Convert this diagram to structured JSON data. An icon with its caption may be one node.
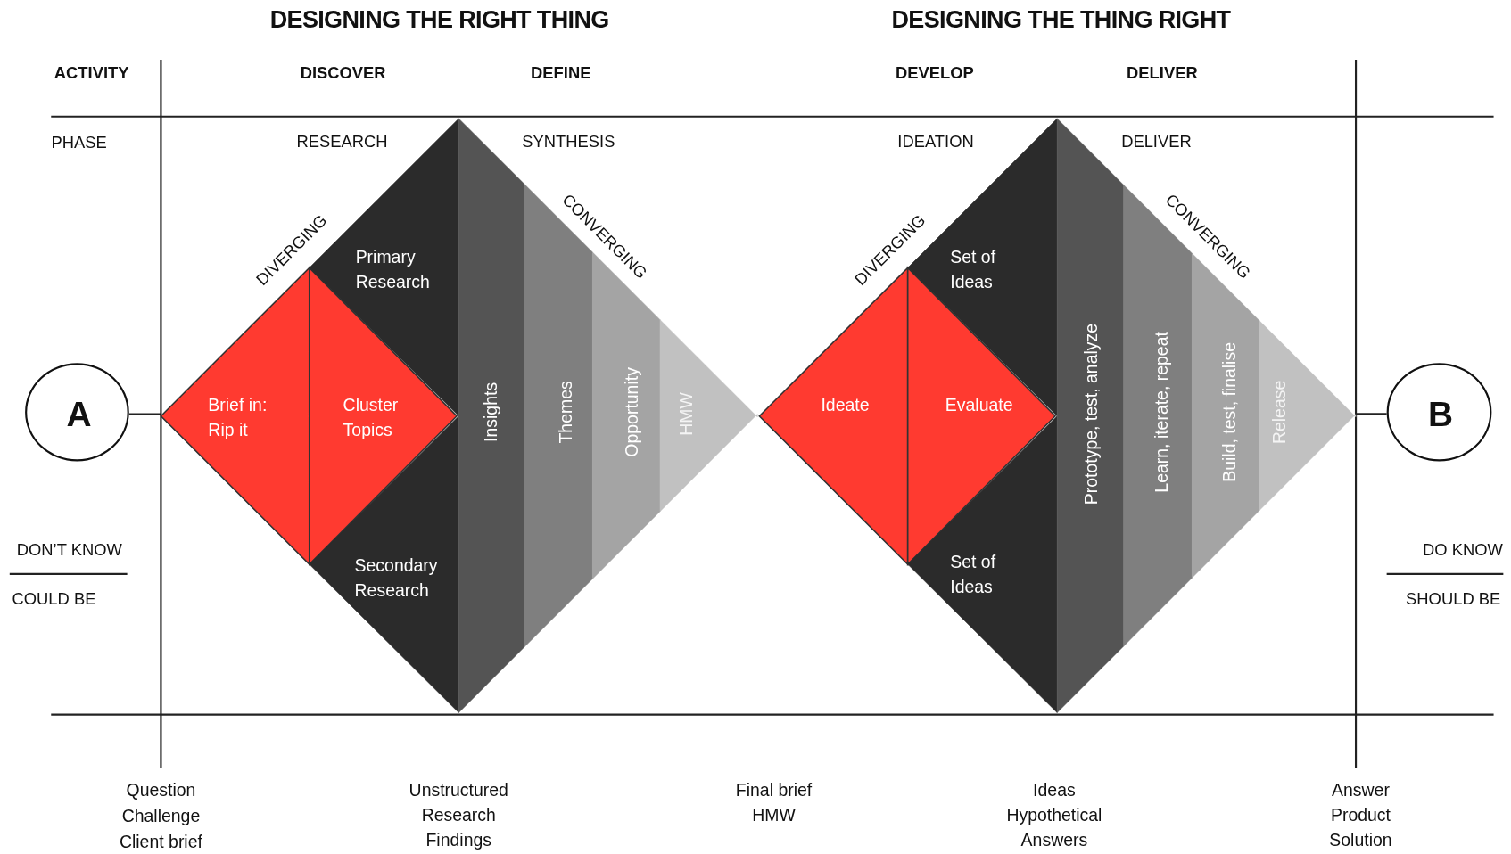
{
  "diagram": {
    "nodes": [
      {
        "text": [
          "A"
        ]
      },
      {
        "text": [
          "Brief in: Rip it"
        ]
      },
      {
        "text": [
          "Cluster Topics"
        ]
      },
      {
        "text": [
          "Primary Research"
        ]
      },
      {
        "text": [
          "Secondary Research"
        ]
      },
      {
        "text": [
          "Insights"
        ]
      },
      {
        "text": [
          "Themes"
        ]
      },
      {
        "text": [
          "Opportunity"
        ]
      },
      {
        "text": [
          "HMW"
        ]
      },
      {
        "text": [
          "Ideate"
        ]
      },
      {
        "text": [
          "Evaluate"
        ]
      },
      {
        "text": [
          "Set of Ideas"
        ]
      },
      {
        "text": [
          "Set of Ideas"
        ]
      },
      {
        "text": [
          "Prototype, test, analyze"
        ]
      },
      {
        "text": [
          "Learn, iterate, repeat"
        ]
      },
      {
        "text": [
          "Build, test, finalise"
        ]
      },
      {
        "text": [
          "Release"
        ]
      },
      {
        "text": [
          "B"
        ]
      }
    ],
    "edges": [
      {
        "from": 0,
        "to": 1,
        "arrow": "none"
      },
      {
        "from": 16,
        "to": 17,
        "arrow": "none"
      }
    ],
    "labels": [
      "DESIGNING THE RIGHT THING",
      "DESIGNING THE THING RIGHT",
      "ACTIVITY",
      "DISCOVER",
      "DEFINE",
      "DEVELOP",
      "DELIVER",
      "PHASE",
      "RESEARCH",
      "SYNTHESIS",
      "IDEATION",
      "DELIVER",
      "DIVERGING",
      "CONVERGING",
      "DIVERGING",
      "CONVERGING",
      "DON’T KNOW",
      "DO KNOW",
      "COULD BE",
      "SHOULD BE",
      "Question",
      "Challenge",
      "Client brief",
      "Unstructured",
      "Research",
      "Findings",
      "Final brief",
      "HMW",
      "Ideas",
      "Hypothetical",
      "Answers",
      "Answer",
      "Product",
      "Solution"
    ]
  }
}
